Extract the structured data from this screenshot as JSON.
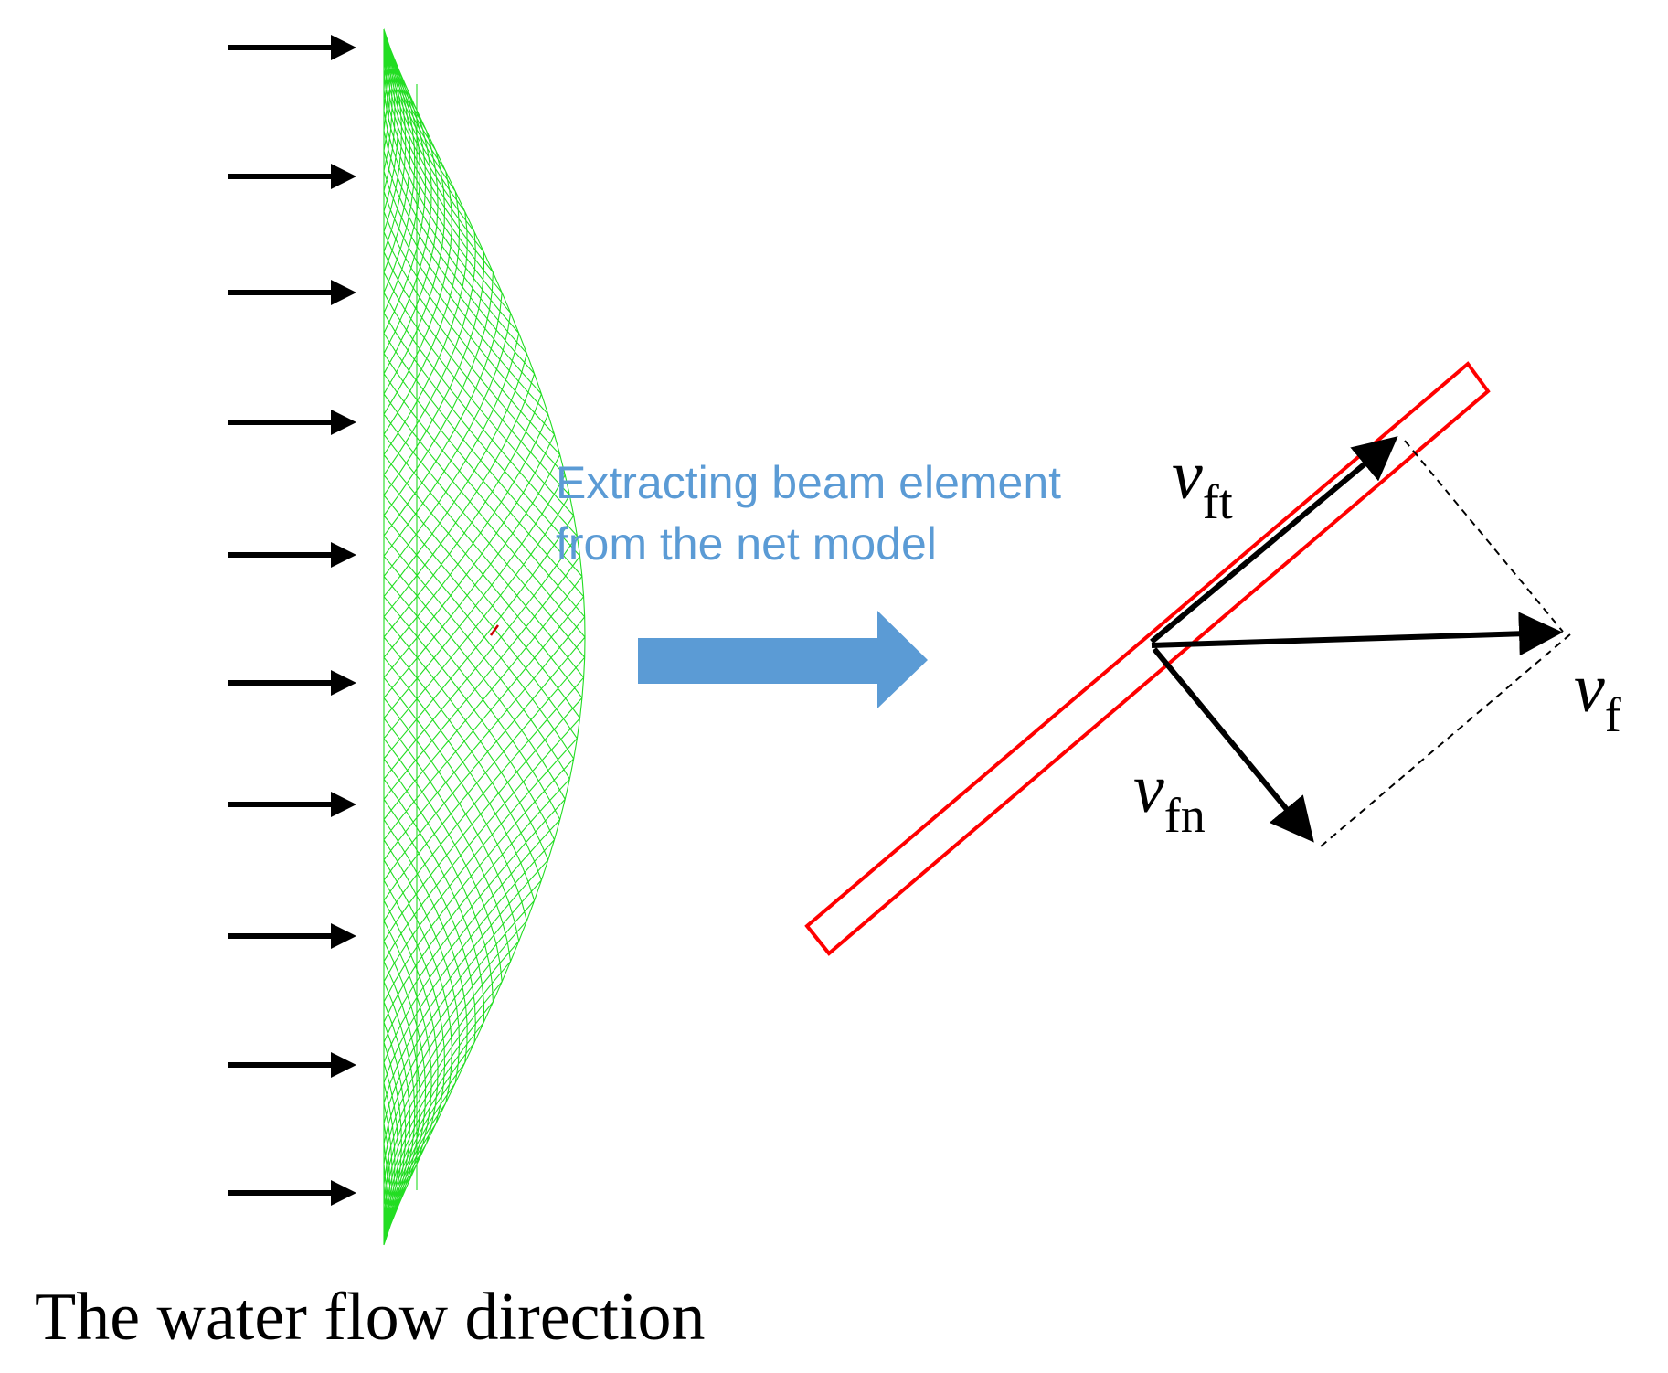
{
  "caption": "The water flow direction",
  "extract_label": {
    "line1": "Extracting beam element",
    "line2": "from the net model"
  },
  "vectors": {
    "v_tangent": {
      "symbol": "v",
      "subscript": "ft"
    },
    "v_flow": {
      "symbol": "v",
      "subscript": "f"
    },
    "v_normal": {
      "symbol": "v",
      "subscript": "fn"
    }
  },
  "colors": {
    "flow_arrows": "#000000",
    "net_mesh": "#22dd22",
    "beam_outline": "#ff0000",
    "extract_arrow": "#5b9bd5",
    "extract_label": "#5b9bd5",
    "vector_lines": "#000000"
  },
  "icons": {
    "flow_arrow": "right-arrow-icon",
    "extract_arrow": "block-right-arrow-icon"
  }
}
